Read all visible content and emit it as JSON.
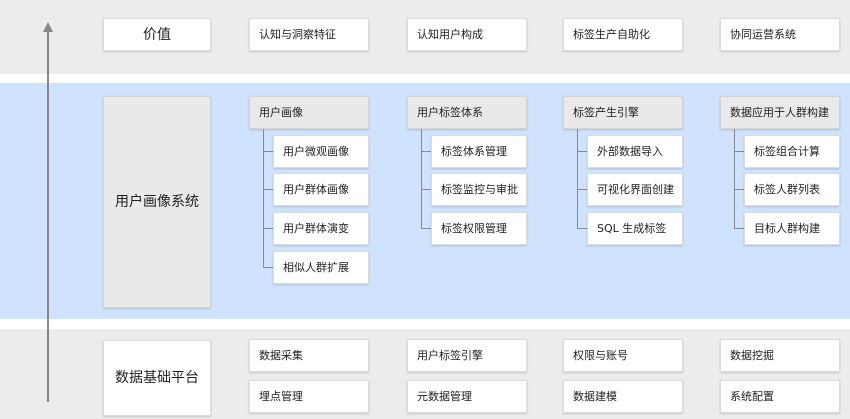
{
  "colors": {
    "band_gray": "#ececec",
    "band_blue": "#cfe2fe",
    "arrow": "#888888",
    "header_fill": "#e9e9e9"
  },
  "top": {
    "label": "价值",
    "items": [
      "认知与洞察特征",
      "认知用户构成",
      "标签生产自助化",
      "协同运营系统"
    ]
  },
  "middle": {
    "label": "用户画像系统",
    "columns": [
      {
        "header": "用户画像",
        "items": [
          "用户微观画像",
          "用户群体画像",
          "用户群体演变",
          "相似人群扩展"
        ]
      },
      {
        "header": "用户标签体系",
        "items": [
          "标签体系管理",
          "标签监控与审批",
          "标签权限管理"
        ]
      },
      {
        "header": "标签产生引擎",
        "items": [
          "外部数据导入",
          "可视化界面创建",
          "SQL 生成标签"
        ]
      },
      {
        "header": "数据应用于人群构建",
        "items": [
          "标签组合计算",
          "标签人群列表",
          "目标人群构建"
        ]
      }
    ]
  },
  "bottom": {
    "label": "数据基础平台",
    "row1": [
      "数据采集",
      "用户标签引擎",
      "权限与账号",
      "数据挖掘"
    ],
    "row2": [
      "埋点管理",
      "元数据管理",
      "数据建模",
      "系统配置"
    ]
  }
}
